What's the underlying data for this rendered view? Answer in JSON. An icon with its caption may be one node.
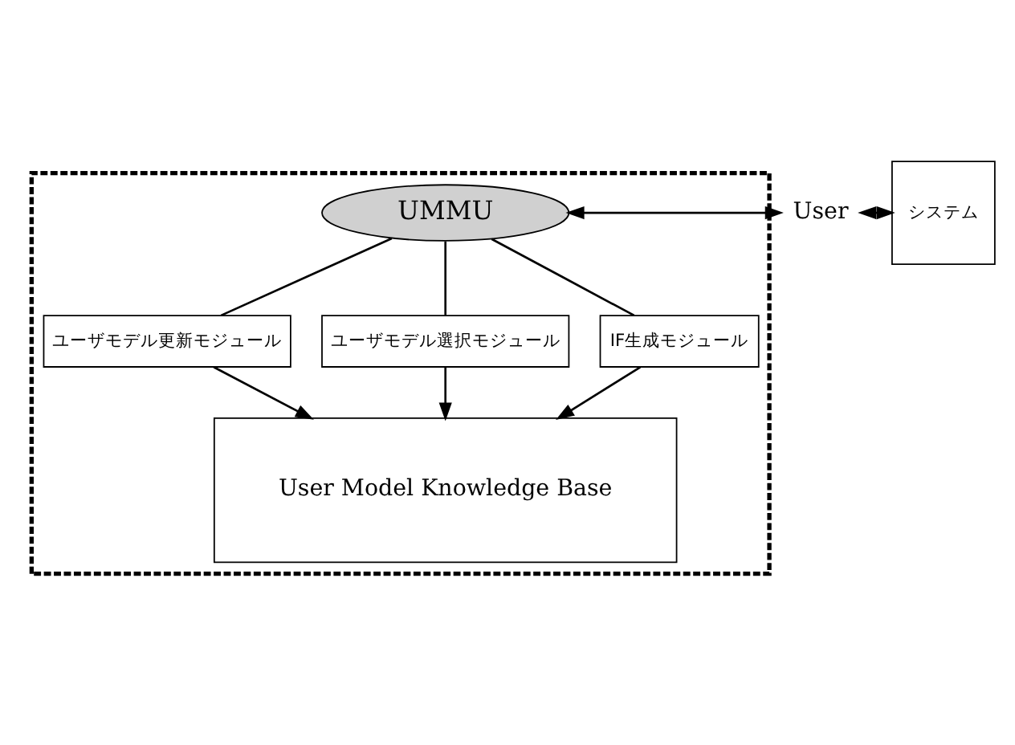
{
  "diagram": {
    "nodes": [
      {
        "text": [],
        "shape": "box"
      },
      {
        "text": [
          "UMMU"
        ],
        "in": 0
      },
      {
        "text": [
          "ユーザモデル更新モジュール"
        ],
        "in": 0
      },
      {
        "text": [
          "ユーザモデル選択モジュール"
        ],
        "in": 0
      },
      {
        "text": [
          "IF生成モジュール"
        ],
        "in": 0
      },
      {
        "text": [
          "User Model Knowledge Base"
        ],
        "in": 0
      },
      {
        "text": [
          "User"
        ]
      },
      {
        "text": [
          "システム"
        ]
      }
    ],
    "edges": [
      {
        "from": 6,
        "to": 7,
        "arrow": "both"
      },
      {
        "from": 6,
        "to": 1,
        "arrow": "both"
      },
      {
        "from": 1,
        "to": 2,
        "arrow": "none"
      },
      {
        "from": 1,
        "to": 3,
        "arrow": "none"
      },
      {
        "from": 1,
        "to": 4,
        "arrow": "none"
      },
      {
        "from": 2,
        "to": 5,
        "arrow": "to"
      },
      {
        "from": 3,
        "to": 5,
        "arrow": "to"
      },
      {
        "from": 4,
        "to": 5,
        "arrow": "to"
      }
    ]
  }
}
